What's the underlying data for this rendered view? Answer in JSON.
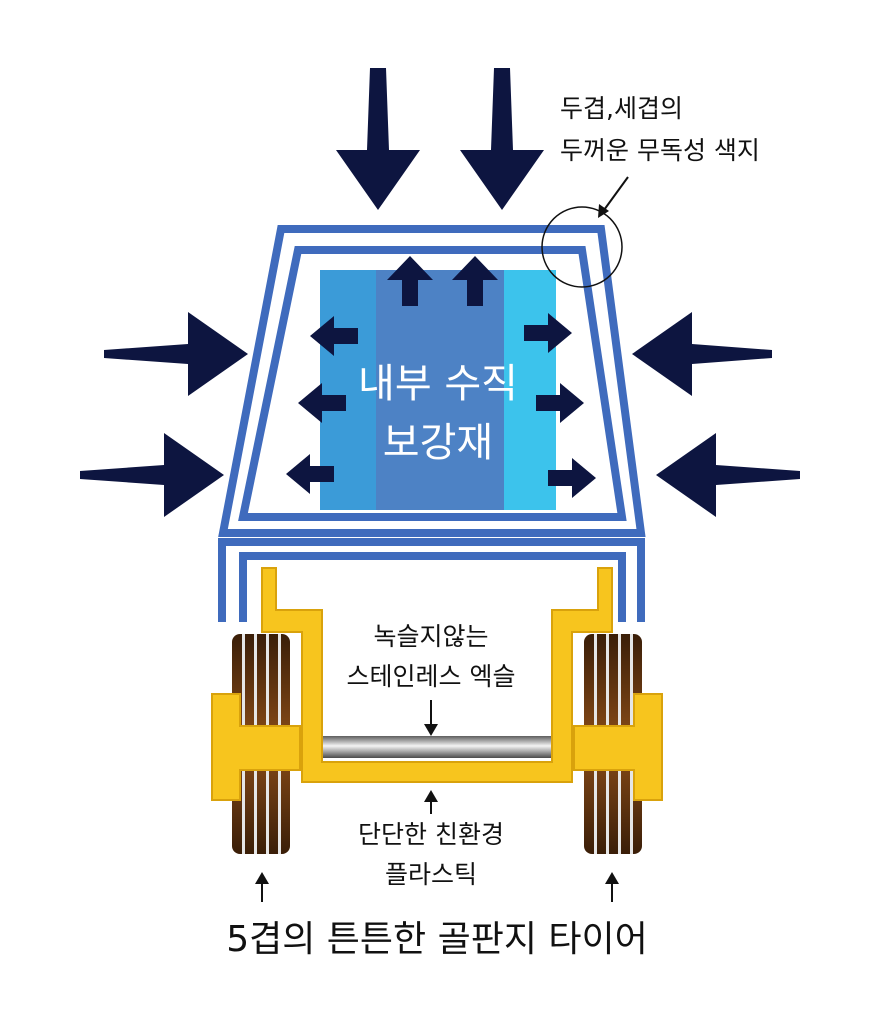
{
  "labels": {
    "paper_wall_line1": "두겹,세겹의",
    "paper_wall_line2": "두꺼운 무독성 색지",
    "core_line1": "내부 수직",
    "core_line2": "보강재",
    "axle_line1": "녹슬지않는",
    "axle_line2": "스테인레스 엑슬",
    "plastic_line1": "단단한 친환경",
    "plastic_line2": "플라스틱",
    "tire": "5겹의 튼튼한 골판지 타이어"
  },
  "colors": {
    "arrow": "#0d1540",
    "wall_blue": "#3f6bbd",
    "core_mid": "#4d82c5",
    "core_left": "#3b9bd8",
    "core_right": "#3cc3ec",
    "plastic_yellow": "#f7c51e",
    "plastic_edge": "#d9a20c",
    "tire_brown": "#6b3a12",
    "axle_steel": "#8c8c8c",
    "text": "#111111"
  }
}
